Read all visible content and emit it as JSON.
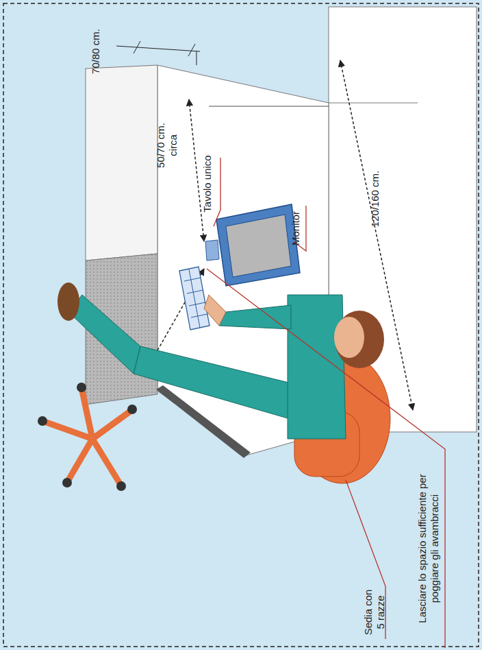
{
  "diagram": {
    "labels": [
      "70/80 cm.",
      "120/160 cm.",
      "Tavolo unico",
      "Monitor",
      "50/70 cm. circa",
      "Lasciare lo spazio sufficiente per poggiare gli avambracci",
      "Sedia con 5 razze"
    ]
  }
}
